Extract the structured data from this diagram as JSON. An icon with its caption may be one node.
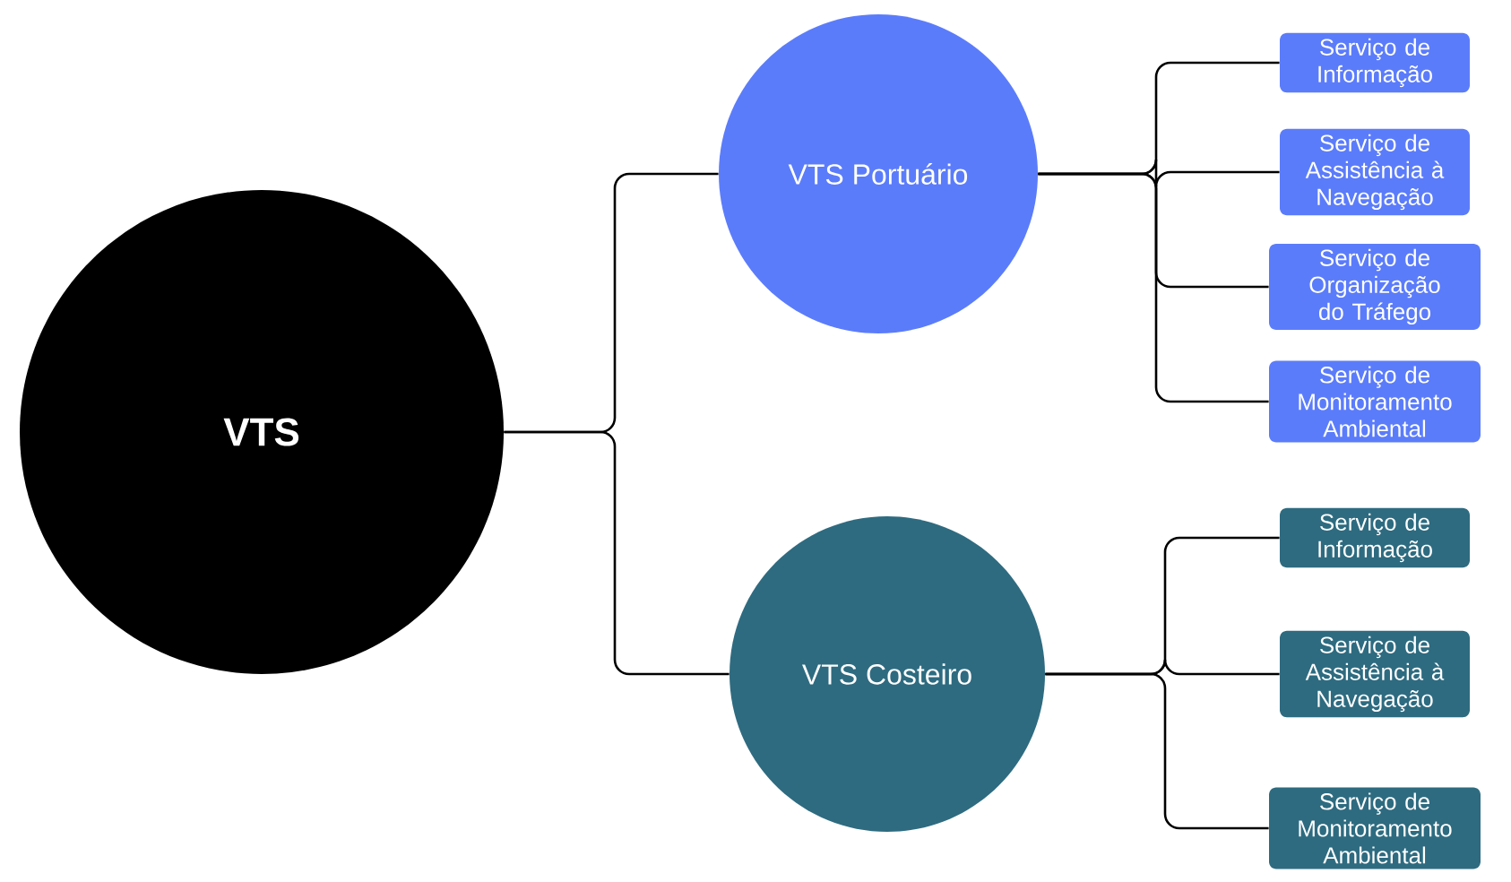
{
  "diagram": {
    "nodes": [
      {
        "text": [
          "VTS"
        ]
      },
      {
        "text": [
          "VTS Portuário"
        ]
      },
      {
        "text": [
          "Serviço de Informação"
        ]
      },
      {
        "text": [
          "Serviço de Assistência à Navegação"
        ]
      },
      {
        "text": [
          "Serviço de Organização do Tráfego"
        ]
      },
      {
        "text": [
          "Serviço de Monitoramento Ambiental"
        ]
      },
      {
        "text": [
          "VTS Costeiro"
        ]
      },
      {
        "text": [
          "Serviço de Informação"
        ]
      },
      {
        "text": [
          "Serviço de Assistência à Navegação"
        ]
      },
      {
        "text": [
          "Serviço de Monitoramento Ambiental"
        ]
      }
    ],
    "edges": [
      {
        "from": 0,
        "to": 1,
        "arrow": "none"
      },
      {
        "from": 0,
        "to": 6,
        "arrow": "none"
      },
      {
        "from": 1,
        "to": 2,
        "arrow": "none"
      },
      {
        "from": 1,
        "to": 3,
        "arrow": "none"
      },
      {
        "from": 1,
        "to": 4,
        "arrow": "none"
      },
      {
        "from": 1,
        "to": 5,
        "arrow": "none"
      },
      {
        "from": 6,
        "to": 7,
        "arrow": "none"
      },
      {
        "from": 6,
        "to": 8,
        "arrow": "none"
      },
      {
        "from": 6,
        "to": 9,
        "arrow": "none"
      }
    ]
  }
}
